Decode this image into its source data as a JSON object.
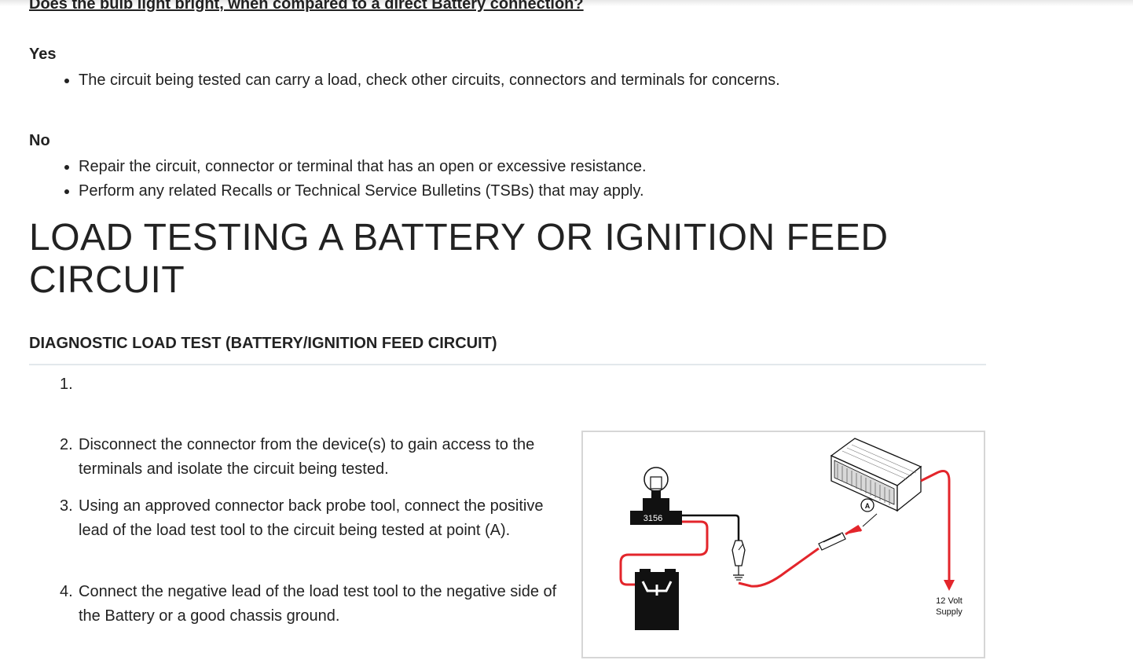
{
  "question": "Does the bulb light bright, when compared to a direct Battery connection?",
  "yes": {
    "label": "Yes",
    "items": [
      "The circuit being tested can carry a load, check other circuits, connectors and terminals for concerns."
    ]
  },
  "no": {
    "label": "No",
    "items": [
      "Repair the circuit, connector or terminal that has an open or excessive resistance.",
      "Perform any related Recalls or Technical Service Bulletins (TSBs) that may apply."
    ]
  },
  "section_title": "LOAD TESTING A BATTERY OR IGNITION FEED CIRCUIT",
  "subsection_title": "DIAGNOSTIC LOAD TEST (BATTERY/IGNITION FEED CIRCUIT)",
  "steps": [
    {
      "num": "1.",
      "text": ""
    },
    {
      "num": "2.",
      "text": "Disconnect the connector from the device(s) to gain access to the terminals and isolate the circuit being tested."
    },
    {
      "num": "3.",
      "text": "Using an approved connector back probe tool, connect the positive lead of the load test tool to the circuit being tested at point (A)."
    },
    {
      "num": "4.",
      "text": "Connect the negative lead of the load test tool to the negative side of the Battery or a good chassis ground."
    }
  ],
  "figure": {
    "bulb_label": "3156",
    "point_label": "A",
    "supply_line1": "12 Volt",
    "supply_line2": "Supply",
    "colors": {
      "wire_red": "#e3252b",
      "wire_black": "#111111"
    }
  }
}
